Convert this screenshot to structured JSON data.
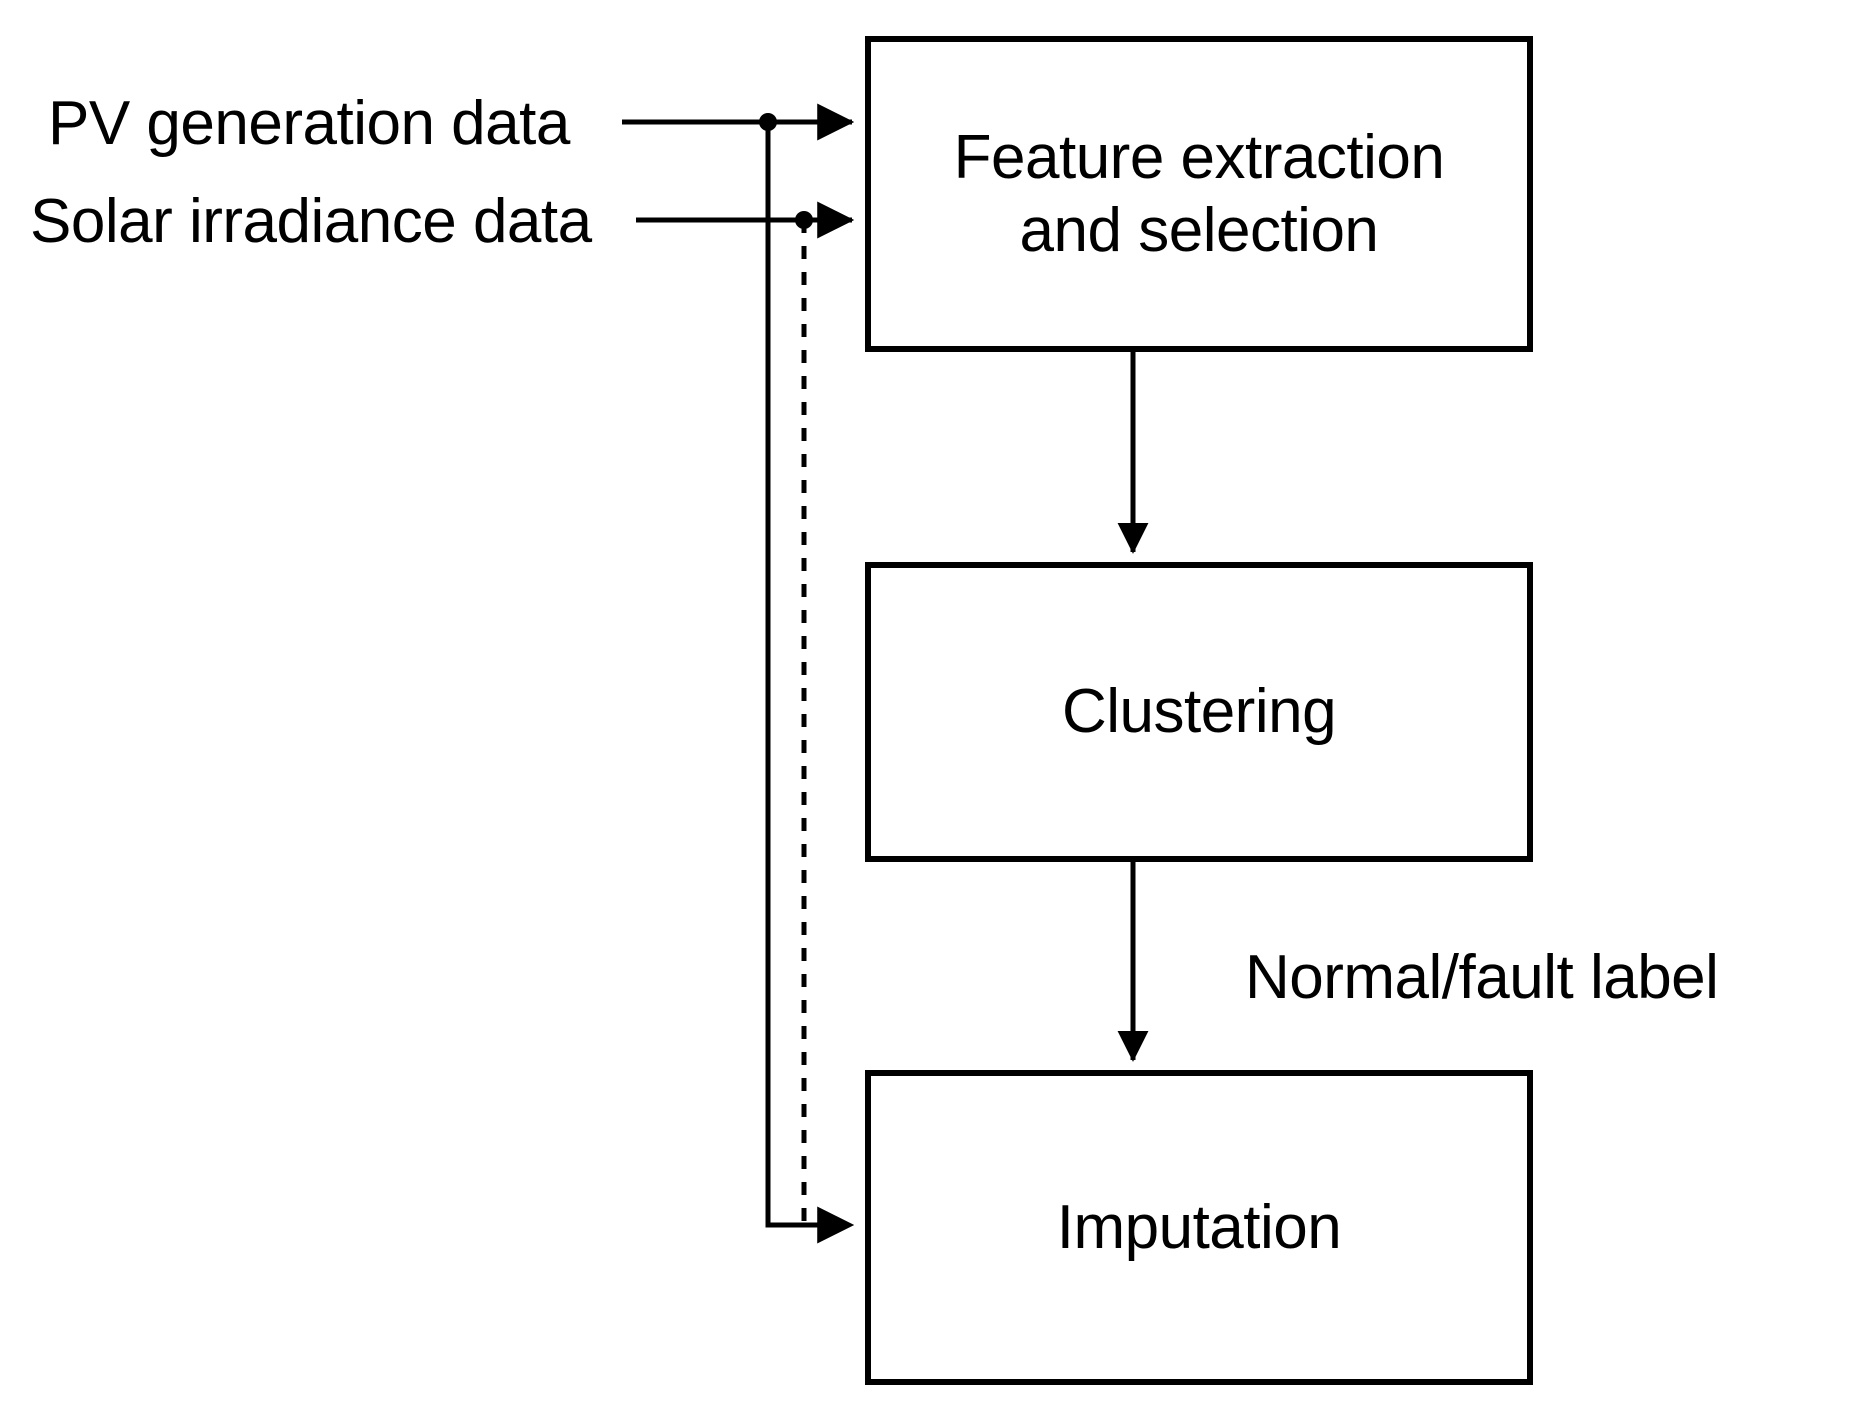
{
  "diagram": {
    "title": "PV data imputation pipeline flowchart",
    "background_color": "#ffffff",
    "stroke_color": "#000000",
    "nodes": [
      {
        "id": "feature-extraction",
        "label": "Feature extraction\nand selection",
        "shape": "rectangle"
      },
      {
        "id": "clustering",
        "label": "Clustering",
        "shape": "rectangle"
      },
      {
        "id": "imputation",
        "label": "Imputation",
        "shape": "rectangle"
      }
    ],
    "inputs": [
      {
        "id": "pv-generation-data",
        "label": "PV generation data",
        "line_style": "solid"
      },
      {
        "id": "solar-irradiance-data",
        "label": "Solar irradiance data",
        "line_style": "dashed"
      }
    ],
    "edges": [
      {
        "id": "pv-to-feature",
        "from": "pv-generation-data",
        "to": "feature-extraction",
        "label": "",
        "style": "solid"
      },
      {
        "id": "solar-to-feature",
        "from": "solar-irradiance-data",
        "to": "feature-extraction",
        "label": "",
        "style": "solid"
      },
      {
        "id": "feature-to-clustering",
        "from": "feature-extraction",
        "to": "clustering",
        "label": "",
        "style": "solid"
      },
      {
        "id": "clustering-to-imputation",
        "from": "clustering",
        "to": "imputation",
        "label": "Normal/fault label",
        "style": "solid"
      },
      {
        "id": "pv-to-imputation",
        "from": "pv-generation-data",
        "to": "imputation",
        "label": "",
        "style": "solid"
      },
      {
        "id": "solar-to-imputation",
        "from": "solar-irradiance-data",
        "to": "imputation",
        "label": "",
        "style": "dashed"
      }
    ]
  }
}
